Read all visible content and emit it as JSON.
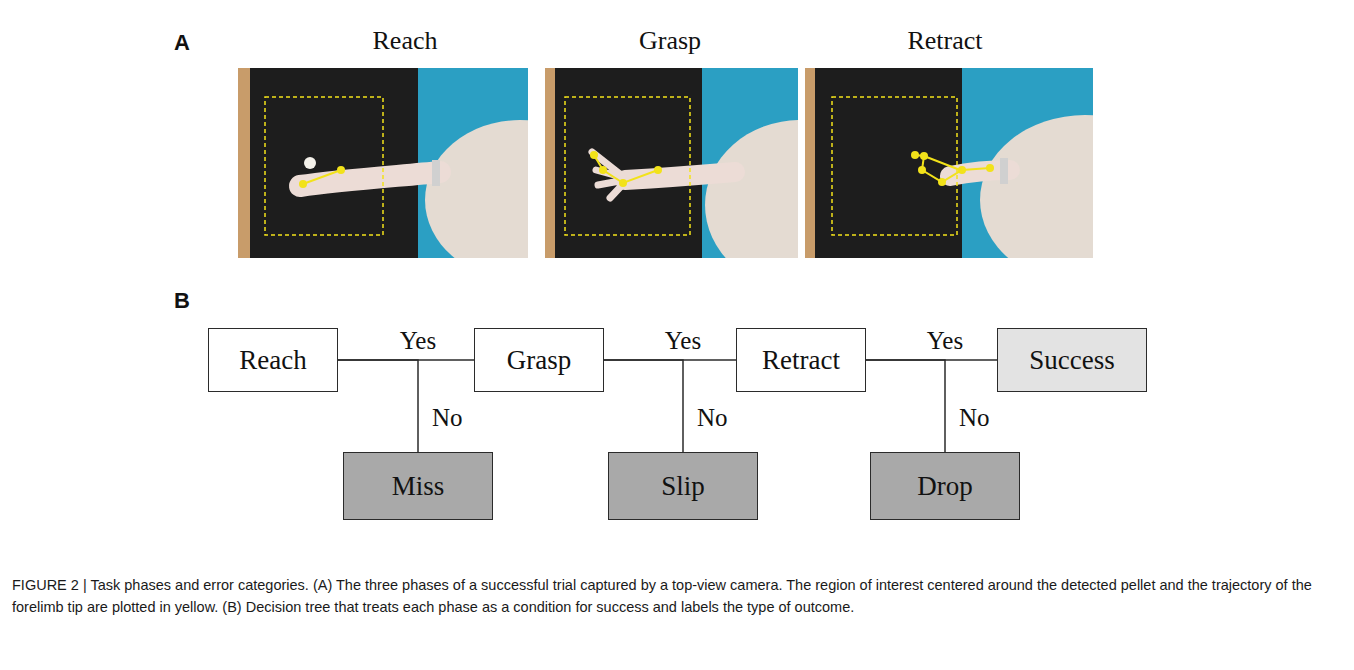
{
  "diagram": {
    "caption": "FIGURE 2 | Task phases and error categories. (A) The three phases of a successful trial captured by a top-view camera. The region of interest centered around the detected pellet and the trajectory of the forelimb tip are plotted in yellow. (B) Decision tree that treats each phase as a condition for success and labels the type of outcome.",
    "nodes": [
      {
        "text": [
          "Reach"
        ]
      },
      {
        "text": [
          "Grasp"
        ]
      },
      {
        "text": [
          "Retract"
        ]
      },
      {
        "text": [
          "Success"
        ]
      },
      {
        "text": [
          "Miss"
        ]
      },
      {
        "text": [
          "Slip"
        ]
      },
      {
        "text": [
          "Drop"
        ]
      }
    ],
    "edges": [
      {
        "from": 0,
        "to": 1,
        "label": "Yes",
        "arrow": "none"
      },
      {
        "from": 0,
        "to": 4,
        "label": "No",
        "arrow": "none"
      },
      {
        "from": 1,
        "to": 2,
        "label": "Yes",
        "arrow": "none"
      },
      {
        "from": 1,
        "to": 5,
        "label": "No",
        "arrow": "none"
      },
      {
        "from": 2,
        "to": 3,
        "label": "Yes",
        "arrow": "none"
      },
      {
        "from": 2,
        "to": 6,
        "label": "No",
        "arrow": "none"
      }
    ],
    "labels": [
      "A",
      "Reach",
      "Grasp",
      "Retract",
      "B"
    ]
  }
}
